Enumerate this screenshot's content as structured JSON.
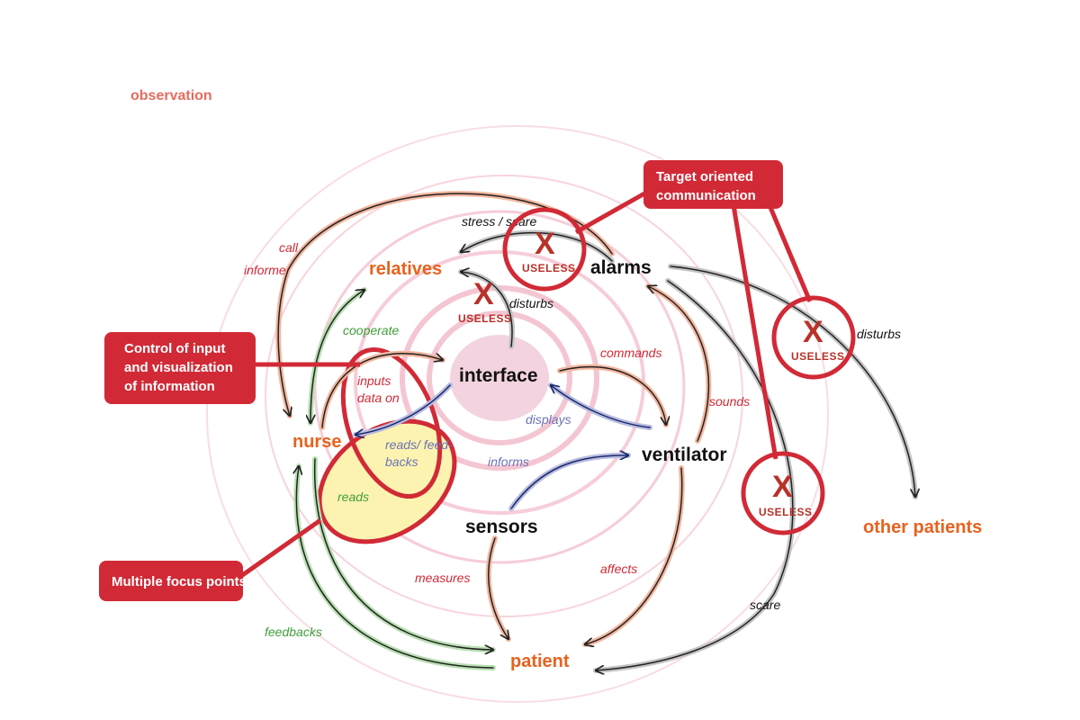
{
  "title": "observation",
  "nodes": {
    "interface": "interface",
    "alarms": "alarms",
    "ventilator": "ventilator",
    "sensors": "sensors",
    "relatives": "relatives",
    "nurse": "nurse",
    "patient": "patient",
    "other_patients": "other patients"
  },
  "edge_labels": {
    "call": "call",
    "informe": "informe",
    "stress_scare": "stress / scare",
    "disturbs_relatives": "disturbs",
    "disturbs_other": "disturbs",
    "cooperate": "cooperate",
    "commands": "commands",
    "sounds": "sounds",
    "inputs": "inputs",
    "data_on": "data on",
    "reads_feed": "reads/ feed-",
    "backs": "backs",
    "displays": "displays",
    "informs": "informs",
    "reads": "reads",
    "measures": "measures",
    "affects": "affects",
    "feedbacks": "feedbacks",
    "scare": "scare"
  },
  "callouts": {
    "target_line1": "Target oriented",
    "target_line2": "communication",
    "control_line1": "Control of input",
    "control_line2": "and visualization",
    "control_line3": "of  information",
    "multiple": "Multiple focus points"
  },
  "useless_marks": [
    {
      "x": "X",
      "label": "USELESS"
    },
    {
      "x": "X",
      "label": "USELESS"
    },
    {
      "x": "X",
      "label": "USELESS"
    },
    {
      "x": "X",
      "label": "USELESS"
    }
  ],
  "colors": {
    "accent_red": "#d12a36",
    "orange": "#e8621e",
    "ring_pink": "#f4c6d2",
    "highlight_yellow": "#fdf3b0"
  }
}
